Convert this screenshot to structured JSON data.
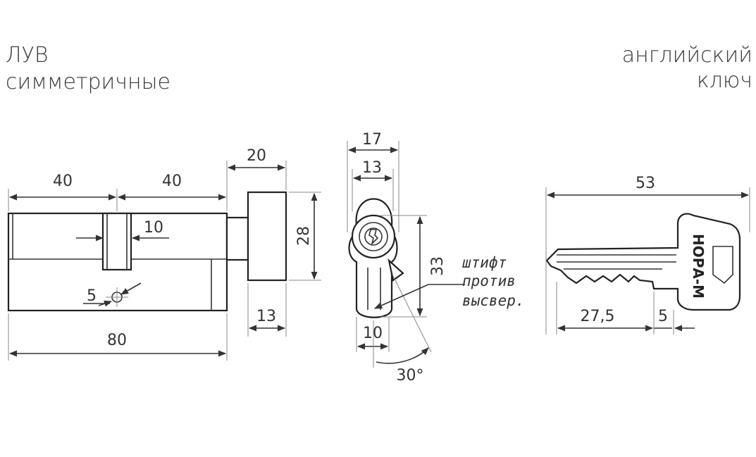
{
  "title": {
    "line1": "ЛУВ",
    "line2": "симметричные"
  },
  "key_type": {
    "line1": "английский",
    "line2": "ключ"
  },
  "cylinder": {
    "left_half": "40",
    "right_half": "40",
    "total_length": "80",
    "cam_width": "10",
    "pin_hole": "5",
    "knob_length": "20",
    "knob_diameter": "28",
    "knob_neck": "13"
  },
  "profile": {
    "outer_width": "17",
    "inner_width": "13",
    "height": "33",
    "bottom_width": "10",
    "angle": "30°",
    "note": {
      "line1": "штифт",
      "line2": "против",
      "line3": "высвер."
    }
  },
  "key": {
    "length": "53",
    "blade_to_stop": "27,5",
    "tip": "5",
    "brand": "НОРА-М"
  }
}
